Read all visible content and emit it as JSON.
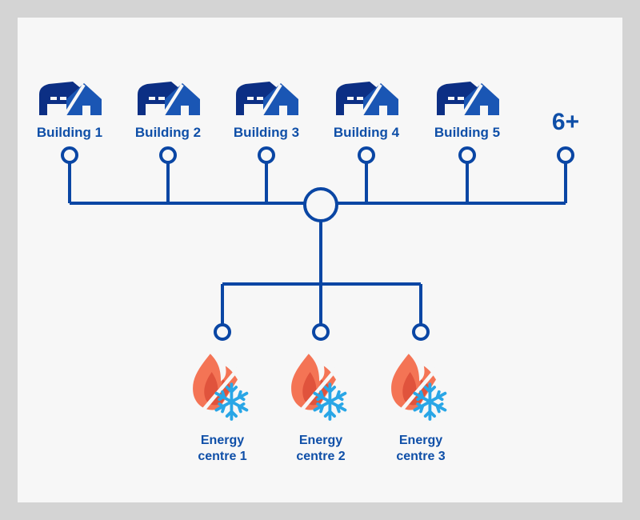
{
  "colors": {
    "line": "#0a46a4",
    "building_dark": "#0c2f84",
    "building_light": "#1a56b4",
    "label": "#0f4fa8",
    "flame_outer": "#f47455",
    "flame_inner": "#e0533c",
    "snowflake": "#29a6e6"
  },
  "buildings": [
    {
      "label": "Building 1",
      "icon": "building-icon"
    },
    {
      "label": "Building 2",
      "icon": "building-icon"
    },
    {
      "label": "Building 3",
      "icon": "building-icon"
    },
    {
      "label": "Building 4",
      "icon": "building-icon"
    },
    {
      "label": "Building 5",
      "icon": "building-icon"
    }
  ],
  "more_label": "6+",
  "energy_centres": [
    {
      "line1": "Energy",
      "line2": "centre 1",
      "icon": "heat-cool-icon"
    },
    {
      "line1": "Energy",
      "line2": "centre 2",
      "icon": "heat-cool-icon"
    },
    {
      "line1": "Energy",
      "line2": "centre 3",
      "icon": "heat-cool-icon"
    }
  ]
}
